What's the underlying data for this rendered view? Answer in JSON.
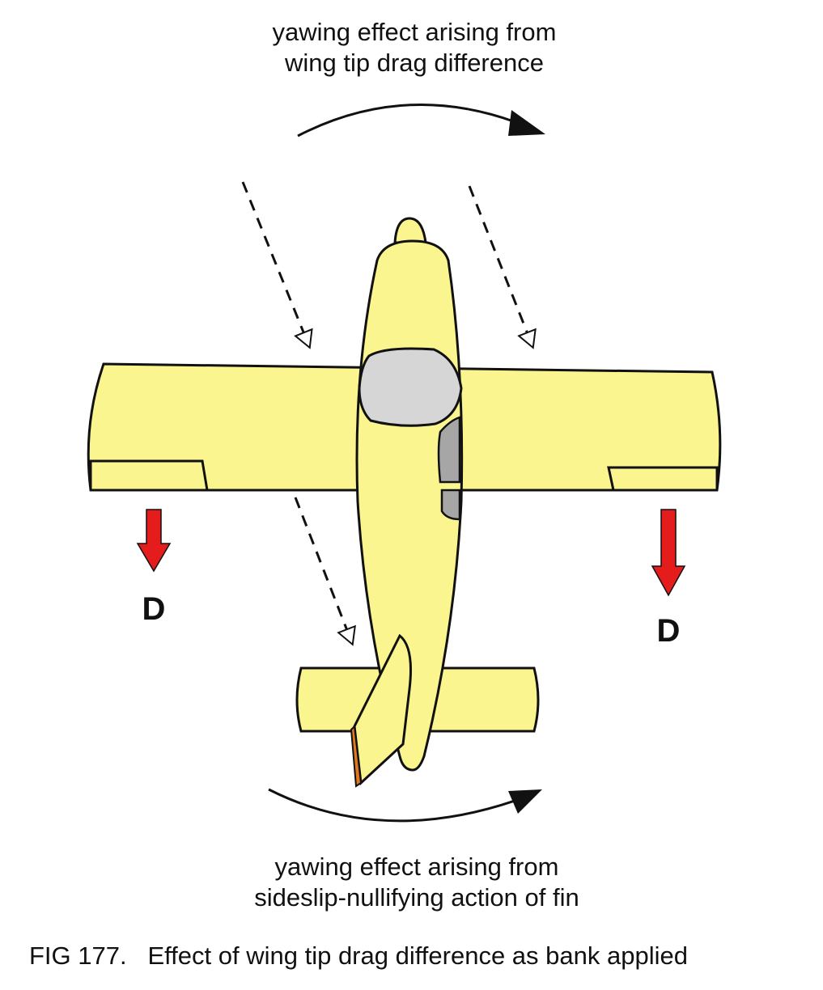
{
  "figure": {
    "top_label_line1": "yawing effect arising from",
    "top_label_line2": "wing tip drag difference",
    "bottom_label_line1": "yawing effect arising from",
    "bottom_label_line2": "sideslip-nullifying action of fin",
    "left_drag_label": "D",
    "right_drag_label": "D",
    "caption": "FIG 177.   Effect of wing tip drag difference as bank applied"
  },
  "colors": {
    "airframe": "#fbf58f",
    "canopy": "#d6d6d6",
    "window": "#a6a6a6",
    "drag_arrow": "#e41c1c",
    "rudder": "#e0791e",
    "outline": "#111111"
  }
}
